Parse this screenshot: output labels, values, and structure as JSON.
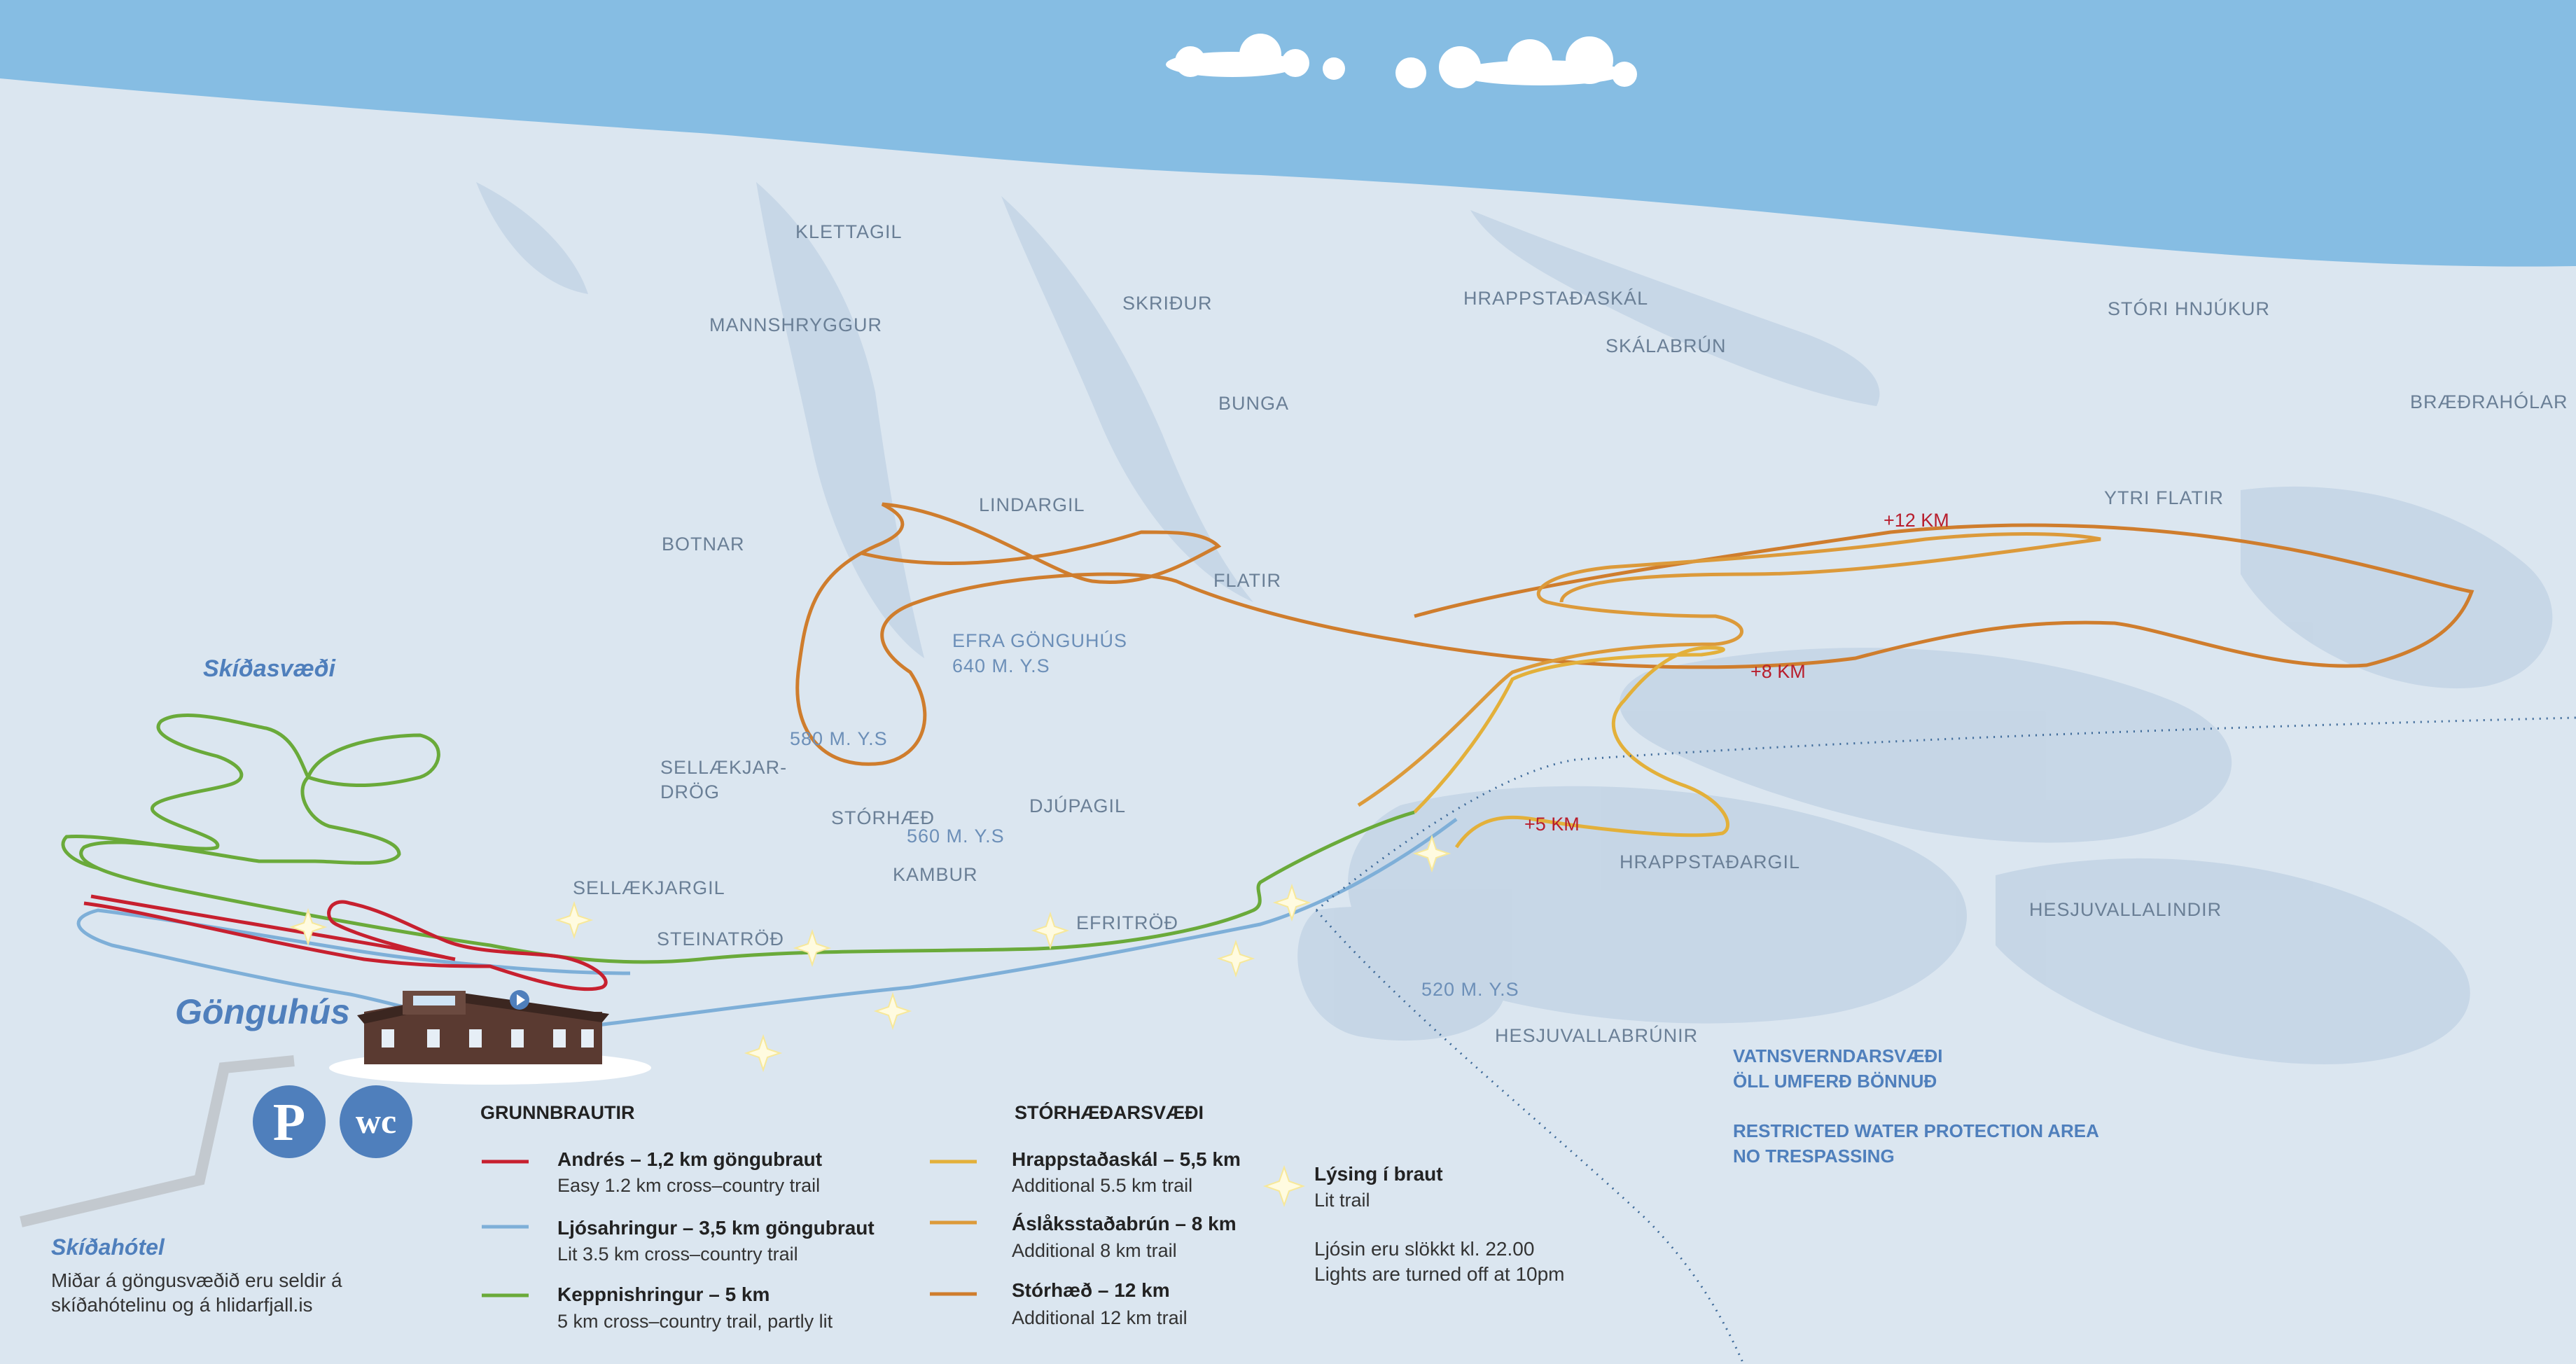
{
  "colors": {
    "sky": "#86bde3",
    "snow": "#dbe6f0",
    "terrain": "#c3d4e5",
    "red_trail": "#c7202f",
    "blue_trail": "#7eafd8",
    "green_trail": "#6aaa3a",
    "yellow_trail": "#e3b03a",
    "orange_trail": "#dc9a3a",
    "dark_orange_trail": "#cf7d2d",
    "accent": "#4f7fbc",
    "building": "#5a3a31"
  },
  "places": {
    "klettagil": "KLETTAGIL",
    "mannshryggur": "MANNSHRYGGUR",
    "skridur": "SKRIÐUR",
    "hrappstadaskal": "HRAPPSTAÐASKÁL",
    "skalabrun": "SKÁLABRÚN",
    "stori_hnjukur": "STÓRI HNJÚKUR",
    "braedraholar": "BRÆÐRAHÓLAR",
    "bunga": "BUNGA",
    "lindargil": "LINDARGIL",
    "botnar": "BOTNAR",
    "flatir": "FLATIR",
    "ytri_flatir": "YTRI FLATIR",
    "efra_gonguhus": "EFRA GÖNGUHÚS",
    "efra_elev": "640 M. Y.S",
    "elev_580": "580 M. Y.S",
    "sellaekjardrog_1": "SELLÆKJAR-",
    "sellaekjardrog_2": "DRÖG",
    "storhaed": "STÓRHÆÐ",
    "storhaed_elev": "560 M. Y.S",
    "djupagil": "DJÚPAGIL",
    "kambur": "KAMBUR",
    "sellaekjargil": "SELLÆKJARGIL",
    "steinatrod": "STEINATRÖÐ",
    "efritrod": "EFRITRÖÐ",
    "hrappstadargil": "HRAPPSTAÐARGIL",
    "hesjuvallalindir": "HESJUVALLALINDIR",
    "elev_520": "520 M. Y.S",
    "hesjuvallabrunir": "HESJUVALLABRÚNIR"
  },
  "distances": {
    "plus12": "+12 KM",
    "plus8": "+8 KM",
    "plus5": "+5 KM"
  },
  "areas": {
    "skidasvaedi": "Skíðasvæði",
    "gonguhus": "Gönguhús",
    "skidahotel": "Skíðahótel"
  },
  "badges": {
    "parking": "P",
    "wc": "wc"
  },
  "footnote": {
    "line1": "Miðar á göngusvæðið eru seldir á",
    "line2": "skíðahótelinu og á hlidarfjall.is"
  },
  "legend": {
    "grunnbrautir": {
      "heading": "GRUNNBRAUTIR",
      "items": [
        {
          "title": "Andrés – 1,2 km göngubraut",
          "subtitle": "Easy 1.2 km cross–country trail",
          "color": "#c7202f"
        },
        {
          "title": "Ljósahringur – 3,5 km göngubraut",
          "subtitle": "Lit 3.5 km cross–country trail",
          "color": "#7eafd8"
        },
        {
          "title": "Keppnishringur – 5 km",
          "subtitle": "5 km cross–country trail, partly lit",
          "color": "#6aaa3a"
        }
      ]
    },
    "storhaedarsvaedi": {
      "heading": "STÓRHÆÐARSVÆÐI",
      "items": [
        {
          "title": "Hrappstaðaskál – 5,5 km",
          "subtitle": "Additional 5.5 km trail",
          "color": "#e3b03a"
        },
        {
          "title": "Áslåksstaðabrún – 8 km",
          "subtitle": "Additional 8 km trail",
          "color": "#dc9a3a"
        },
        {
          "title": "Stórhæð – 12 km",
          "subtitle": "Additional 12 km trail",
          "color": "#cf7d2d"
        }
      ]
    },
    "lighting": {
      "title": "Lýsing í braut",
      "subtitle": "Lit trail",
      "note1": "Ljósin eru slökkt kl. 22.00",
      "note2": "Lights are turned off at 10pm"
    }
  },
  "warning": {
    "line1": "VATNSVERNDARSVÆÐI",
    "line2": "ÖLL UMFERÐ BÖNNUÐ",
    "line3": "RESTRICTED WATER PROTECTION AREA",
    "line4": "NO TRESPASSING"
  }
}
